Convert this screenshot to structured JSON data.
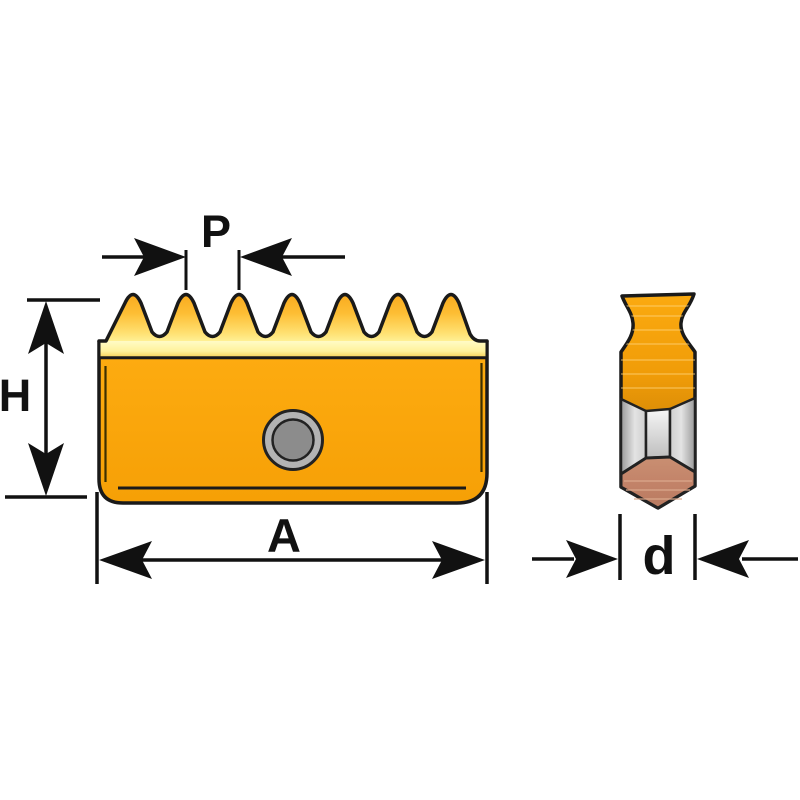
{
  "drawing": {
    "kind": "technical-dimension-drawing",
    "subject": "threading-insert",
    "teeth_count": 7,
    "views": {
      "front": "insert-front-view",
      "side": "insert-side-profile"
    }
  },
  "dimensions": {
    "pitch_label": "P",
    "height_label": "H",
    "width_label": "A",
    "thickness_label": "d"
  },
  "colors": {
    "background": "#FFFFFF",
    "outline": "#1A1A1A",
    "dimension_lines": "#111111",
    "body_orange": "#F9A50A",
    "tooth_tip_orange": "#F7A317",
    "tooth_base_yellow": "#FFF9A8",
    "band_pale_yellow": "#FFFBC6",
    "hole_inner_gray": "#8C8C8C",
    "hole_ring_gray": "#B3B3B3",
    "steel_gray": "#D6D6D6",
    "copper_tip": "#C28268"
  }
}
